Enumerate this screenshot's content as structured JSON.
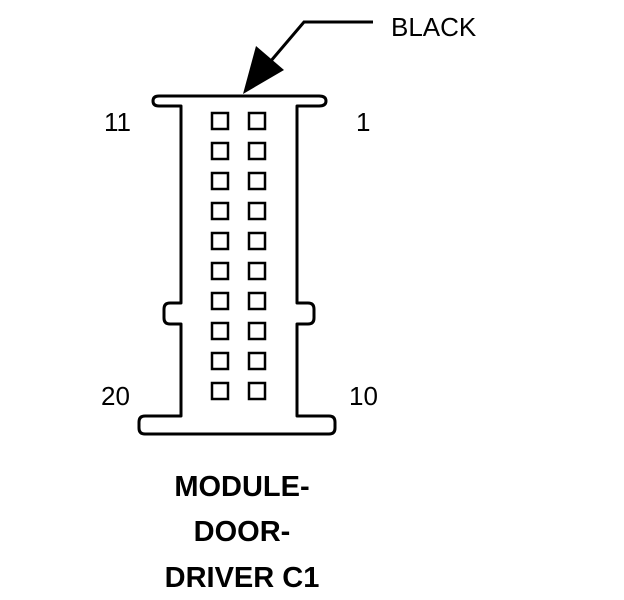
{
  "connector": {
    "color_label": "BLACK",
    "pin_labels": {
      "top_left": "11",
      "top_right": "1",
      "bottom_left": "20",
      "bottom_right": "10"
    },
    "cavity_rows": 10,
    "cavity_columns": 2,
    "name_lines": [
      "MODULE-",
      "DOOR-",
      "DRIVER C1"
    ]
  },
  "colors": {
    "line": "#000000",
    "background": "#ffffff"
  }
}
